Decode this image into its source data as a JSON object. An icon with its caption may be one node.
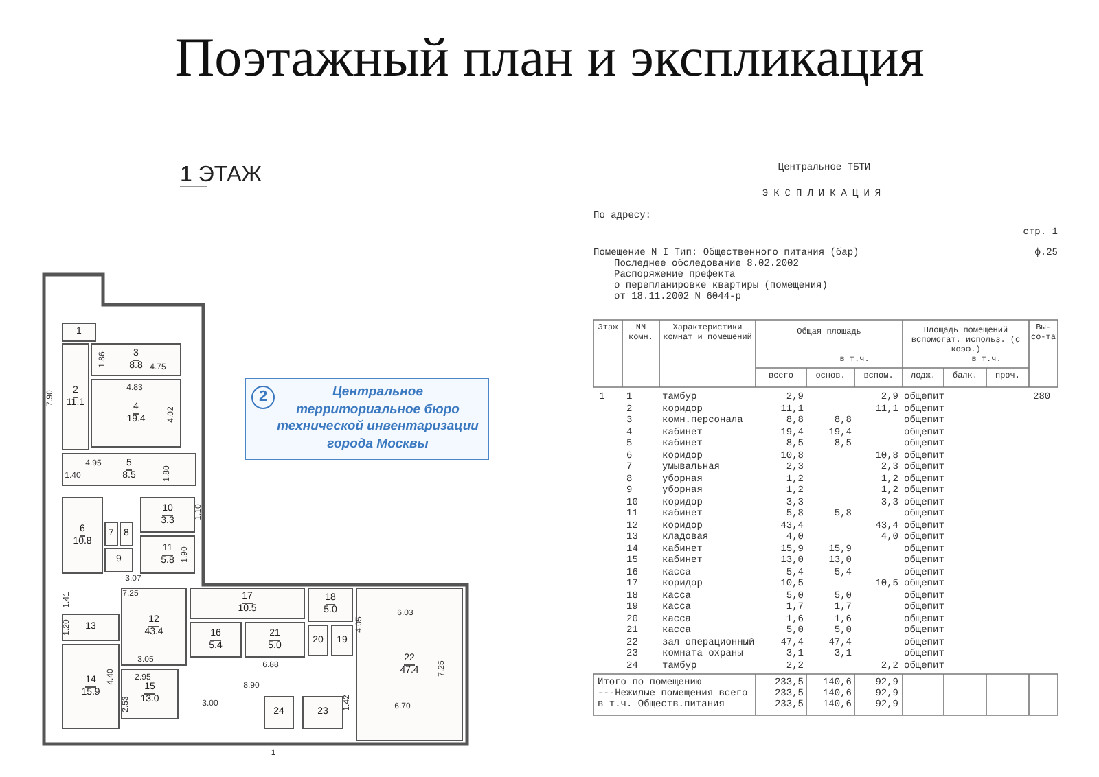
{
  "diagram": {
    "title": "Поэтажный план и экспликация",
    "nodes": [
      {
        "text": [
          "1"
        ]
      },
      {
        "text": [
          "2",
          "11.1"
        ]
      },
      {
        "text": [
          "3",
          "8.8"
        ]
      },
      {
        "text": [
          "4",
          "19.4"
        ]
      },
      {
        "text": [
          "5",
          "8.5"
        ]
      },
      {
        "text": [
          "6",
          "10.8"
        ]
      },
      {
        "text": [
          "7"
        ]
      },
      {
        "text": [
          "8"
        ]
      },
      {
        "text": [
          "9"
        ]
      },
      {
        "text": [
          "10",
          "3.3"
        ]
      },
      {
        "text": [
          "11",
          "5.8"
        ]
      },
      {
        "text": [
          "12",
          "43.4"
        ]
      },
      {
        "text": [
          "13"
        ]
      },
      {
        "text": [
          "14",
          "15.9"
        ]
      },
      {
        "text": [
          "15",
          "13.0"
        ]
      },
      {
        "text": [
          "16",
          "5.4"
        ]
      },
      {
        "text": [
          "17",
          "10.5"
        ]
      },
      {
        "text": [
          "18",
          "5.0"
        ]
      },
      {
        "text": [
          "19"
        ]
      },
      {
        "text": [
          "20"
        ]
      },
      {
        "text": [
          "21",
          "5.0"
        ]
      },
      {
        "text": [
          "22",
          "47.4"
        ]
      },
      {
        "text": [
          "23"
        ]
      },
      {
        "text": [
          "24"
        ]
      },
      {
        "text": [
          "2",
          "Центральное территориальное бюро технической инвентаризации города Москвы"
        ]
      }
    ],
    "labels": [
      "1 ЭТАЖ",
      "7.90",
      "1.86",
      "4.75",
      "4.83",
      "4.02",
      "4.95",
      "1.40",
      "1.80",
      "1.10",
      "3.07",
      "1.90",
      "7.25",
      "1.41",
      "1.20",
      "4.40",
      "3.05",
      "2.95",
      "2.53",
      "3.00",
      "8.90",
      "6.88",
      "4.05",
      "6.03",
      "7.25",
      "1.42",
      "6.70",
      "1",
      "Центральное ТБТИ",
      "ЭКСПЛИКАЦИЯ",
      "По адресу:",
      "стр. 1",
      "Помещение N I Тип: Общественного питания (бар)",
      "ф.25",
      "Последнее обследование 8.02.2002",
      "Распоряжение префекта",
      "о перепланировке квартиры (помещения)",
      "от 18.11.2002 N 6044-р",
      "Этаж",
      "NN комн.",
      "Характеристики комнат и помещений",
      "Общая площадь",
      "в т.ч.",
      "Площадь помещений вспомогат. использ. (с коэф.)",
      "в т.ч.",
      "Вы-со-та",
      "всего",
      "основ.",
      "вспом.",
      "лодж.",
      "балк.",
      "проч.",
      "1",
      "1",
      "тамбур",
      "2,9",
      "2,9",
      "общепит",
      "280",
      "2",
      "коридор",
      "11,1",
      "11,1",
      "общепит",
      "3",
      "комн.персонала",
      "8,8",
      "8,8",
      "общепит",
      "4",
      "кабинет",
      "19,4",
      "19,4",
      "общепит",
      "5",
      "кабинет",
      "8,5",
      "8,5",
      "общепит",
      "6",
      "коридор",
      "10,8",
      "10,8",
      "общепит",
      "7",
      "умывальная",
      "2,3",
      "2,3",
      "общепит",
      "8",
      "уборная",
      "1,2",
      "1,2",
      "общепит",
      "9",
      "уборная",
      "1,2",
      "1,2",
      "общепит",
      "10",
      "коридор",
      "3,3",
      "3,3",
      "общепит",
      "11",
      "кабинет",
      "5,8",
      "5,8",
      "общепит",
      "12",
      "коридор",
      "43,4",
      "43,4",
      "общепит",
      "13",
      "кладовая",
      "4,0",
      "4,0",
      "общепит",
      "14",
      "кабинет",
      "15,9",
      "15,9",
      "общепит",
      "15",
      "кабинет",
      "13,0",
      "13,0",
      "общепит",
      "16",
      "касса",
      "5,4",
      "5,4",
      "общепит",
      "17",
      "коридор",
      "10,5",
      "10,5",
      "общепит",
      "18",
      "касса",
      "5,0",
      "5,0",
      "общепит",
      "19",
      "касса",
      "1,7",
      "1,7",
      "общепит",
      "20",
      "касса",
      "1,6",
      "1,6",
      "общепит",
      "21",
      "касса",
      "5,0",
      "5,0",
      "общепит",
      "22",
      "зал операционный",
      "47,4",
      "47,4",
      "общепит",
      "23",
      "комната охраны",
      "3,1",
      "3,1",
      "общепит",
      "24",
      "тамбур",
      "2,2",
      "2,2",
      "общепит",
      "Итого по помещению",
      "233,5",
      "140,6",
      "92,9",
      "---Нежилые помещения всего",
      "233,5",
      "140,6",
      "92,9",
      "в т.ч. Обществ.питания",
      "233,5",
      "140,6",
      "92,9"
    ]
  }
}
